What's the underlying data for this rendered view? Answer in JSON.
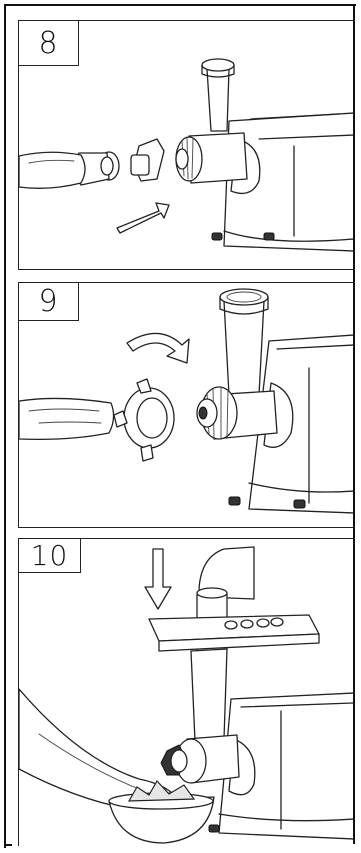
{
  "steps": [
    {
      "number": "8"
    },
    {
      "number": "9"
    },
    {
      "number": "10"
    }
  ]
}
